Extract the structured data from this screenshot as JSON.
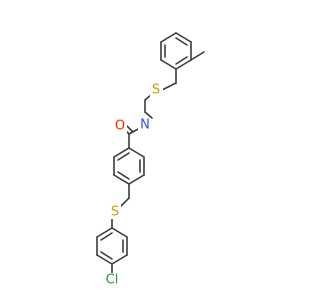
{
  "molecule": {
    "atoms": {
      "o": {
        "label": "O",
        "color": "#ff2200"
      },
      "n": {
        "label": "N",
        "color": "#3050f8"
      },
      "s_top": {
        "label": "S",
        "color": "#c8a000"
      },
      "s_bottom": {
        "label": "S",
        "color": "#c8a000"
      },
      "cl": {
        "label": "Cl",
        "color": "#1fa01f"
      }
    },
    "bond_color": "#3a3a3a"
  }
}
